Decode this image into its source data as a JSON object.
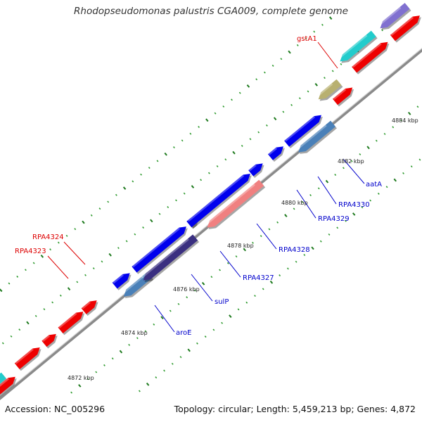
{
  "title": "Rhodopseudomonas palustris CGA009, complete genome",
  "footer": {
    "accession": "Accession: NC_005296",
    "summary": "Topology: circular; Length: 5,459,213 bp; Genes: 4,872"
  },
  "ticks": [
    {
      "label": "4872 kbp"
    },
    {
      "label": "4874 kbp"
    },
    {
      "label": "4876 kbp"
    },
    {
      "label": "4878 kbp"
    },
    {
      "label": "4880 kbp"
    },
    {
      "label": "4882 kbp"
    },
    {
      "label": "4884 kbp"
    }
  ],
  "gene_labels": [
    {
      "name": "gstA1",
      "color": "#dd0000"
    },
    {
      "name": "RPA4324",
      "color": "#dd0000"
    },
    {
      "name": "RPA4323",
      "color": "#dd0000"
    },
    {
      "name": "aatA",
      "color": "#0000cc"
    },
    {
      "name": "RPA4330",
      "color": "#0000cc"
    },
    {
      "name": "RPA4329",
      "color": "#0000cc"
    },
    {
      "name": "RPA4328",
      "color": "#0000cc"
    },
    {
      "name": "RPA4327",
      "color": "#0000cc"
    },
    {
      "name": "sulP",
      "color": "#0000cc"
    },
    {
      "name": "aroE",
      "color": "#0000cc"
    }
  ],
  "colors": {
    "backbone": "#8a8a8a",
    "cds_forward": "#0000ee",
    "cds_reverse": "#ee0000",
    "cyan": "#22cccc",
    "steelblue": "#4a80b8",
    "slate": "#3a2f80",
    "salmon": "#f08080",
    "olive": "#b8b070",
    "purple": "#8070d0",
    "tick_green": "#228b22"
  }
}
